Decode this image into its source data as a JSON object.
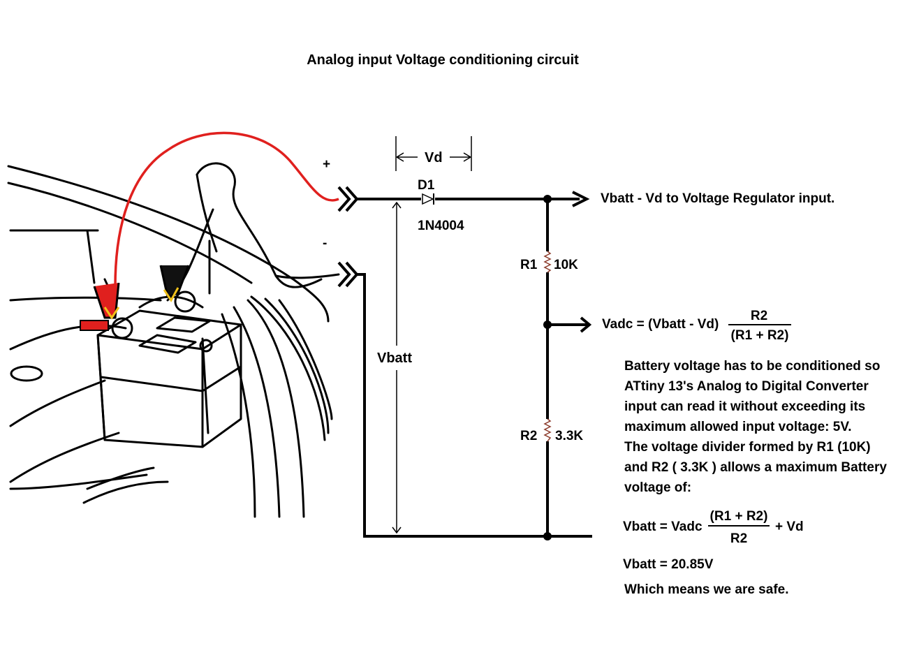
{
  "title": "Analog input Voltage conditioning circuit",
  "labels": {
    "plus": "+",
    "minus": "-",
    "vd": "Vd",
    "d1": "D1",
    "diode_part": "1N4004",
    "vbatt": "Vbatt",
    "r1": "R1",
    "r1_value": "10K",
    "r2": "R2",
    "r2_value": "3.3K",
    "regulator_output": "Vbatt - Vd to  Voltage Regulator input."
  },
  "vadc_formula": {
    "lhs": "Vadc = (Vbatt - Vd)",
    "numerator": "R2",
    "denominator": "(R1 + R2)"
  },
  "explanation": [
    "Battery voltage has to be conditioned so",
    "ATtiny 13's  Analog to Digital Converter",
    "input can read it without exceeding its",
    "maximum allowed input voltage: 5V.",
    "The voltage divider formed by R1 (10K)",
    "and R2 ( 3.3K  ) allows a maximum Battery",
    "voltage of:"
  ],
  "vbatt_formula": {
    "lhs": "Vbatt = Vadc",
    "numerator": "(R1 + R2)",
    "denominator": "R2",
    "rhs": "+ Vd"
  },
  "result": "Vbatt = 20.85V",
  "conclusion": "Which means we are safe.",
  "colors": {
    "positive_cable": "#e0201e",
    "resistor": "#8b3a2a",
    "clamp_yellow": "#f2c21a"
  }
}
